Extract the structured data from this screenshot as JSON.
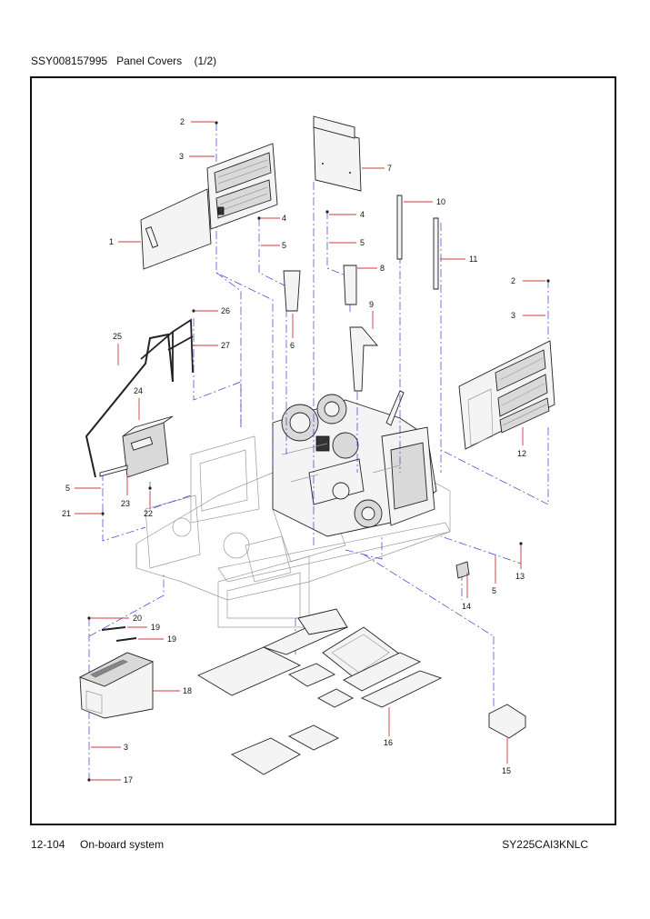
{
  "header": {
    "doc_code": "SSY008157995",
    "title": "Panel Covers",
    "page_part": "(1/2)"
  },
  "footer": {
    "page_number": "12-104",
    "section": "On-board system",
    "model": "SY225CAI3KNLC"
  },
  "callouts": {
    "c1": "1",
    "c2a": "2",
    "c2b": "2",
    "c3a": "3",
    "c3b": "3",
    "c3c": "3",
    "c4a": "4",
    "c4b": "4",
    "c5a": "5",
    "c5b": "5",
    "c5c": "5",
    "c5d": "5",
    "c6": "6",
    "c7": "7",
    "c8": "8",
    "c9": "9",
    "c10": "10",
    "c11": "11",
    "c12": "12",
    "c13": "13",
    "c14": "14",
    "c15": "15",
    "c16": "16",
    "c17": "17",
    "c18": "18",
    "c19a": "19",
    "c19b": "19",
    "c20": "20",
    "c21": "21",
    "c22": "22",
    "c23": "23",
    "c24": "24",
    "c25": "25",
    "c26": "26",
    "c27": "27"
  }
}
